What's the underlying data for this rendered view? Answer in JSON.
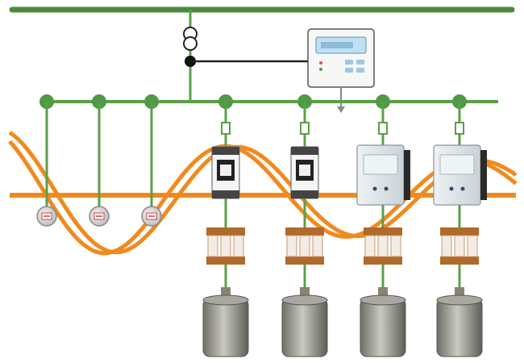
{
  "diagram": {
    "colors": {
      "bus": "#4a8a3c",
      "feeder": "#5aa04a",
      "node": "#4f9a45",
      "wave": "#f08a1e",
      "wire": "#222222",
      "controller_body": "#f7f7f7",
      "controller_screen": "#bfe0f4",
      "contactor_body": "#f4f4f4",
      "drive_body": "#dfe6ea",
      "capacitor_top": "#8a8275",
      "capacitor_body": "#9a9a90",
      "reactor_core": "#b06a2a",
      "meter_face": "#d8d8d8"
    },
    "icons": {
      "transformer": "transformer-icon",
      "controller": "power-factor-controller-icon",
      "meter": "meter-icon",
      "contactor": "contactor-icon",
      "thyristor_module": "thyristor-module-icon",
      "reactor": "detuning-reactor-icon",
      "capacitor": "capacitor-icon"
    },
    "feeders": [
      {
        "kind": "meter"
      },
      {
        "kind": "meter"
      },
      {
        "kind": "meter"
      },
      {
        "kind": "contactor"
      },
      {
        "kind": "contactor"
      },
      {
        "kind": "thyristor"
      },
      {
        "kind": "thyristor"
      }
    ]
  }
}
